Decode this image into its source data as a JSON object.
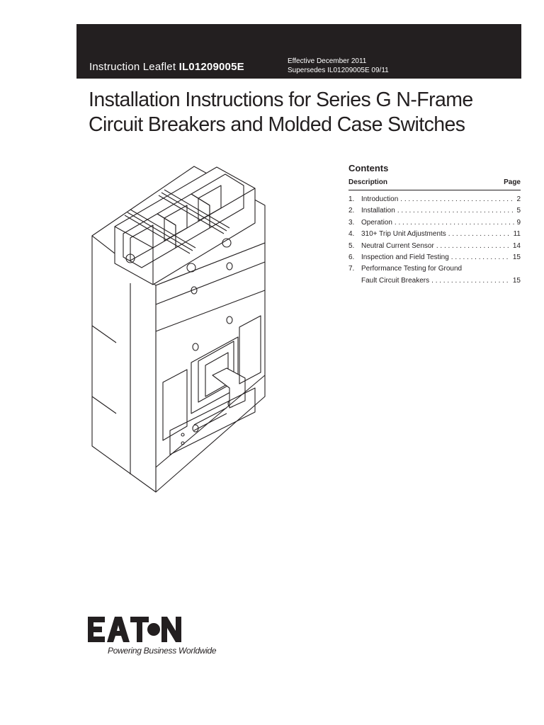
{
  "header": {
    "leaflet_label": "Instruction Leaflet ",
    "leaflet_number": "IL01209005E",
    "effective": "Effective December 2011",
    "supersedes": "Supersedes IL01209005E 09/11"
  },
  "title": {
    "line1": "Installation Instructions for Series G N-Frame",
    "line2": "Circuit Breakers and Molded Case Switches"
  },
  "contents": {
    "heading": "Contents",
    "col_description": "Description",
    "col_page": "Page",
    "items": [
      {
        "num": "1.",
        "text": "Introduction",
        "page": "2"
      },
      {
        "num": "2.",
        "text": "Installation",
        "page": "5"
      },
      {
        "num": "3.",
        "text": "Operation",
        "page": "9"
      },
      {
        "num": "4.",
        "text": "310+ Trip Unit Adjustments",
        "page": "11"
      },
      {
        "num": "5.",
        "text": "Neutral Current Sensor",
        "page": "14"
      },
      {
        "num": "6.",
        "text": "Inspection and Field Testing",
        "page": "15"
      },
      {
        "num": "7.",
        "text": "Performance Testing for Ground",
        "page": ""
      },
      {
        "num": "",
        "text": "Fault Circuit Breakers",
        "page": "15"
      }
    ]
  },
  "footer": {
    "logo_text": "EATON",
    "tagline": "Powering Business Worldwide"
  },
  "colors": {
    "header_bg": "#231f20",
    "text": "#231f20",
    "background": "#ffffff"
  },
  "icons": {
    "illustration": "circuit-breaker-drawing",
    "logo": "eaton-logo"
  }
}
